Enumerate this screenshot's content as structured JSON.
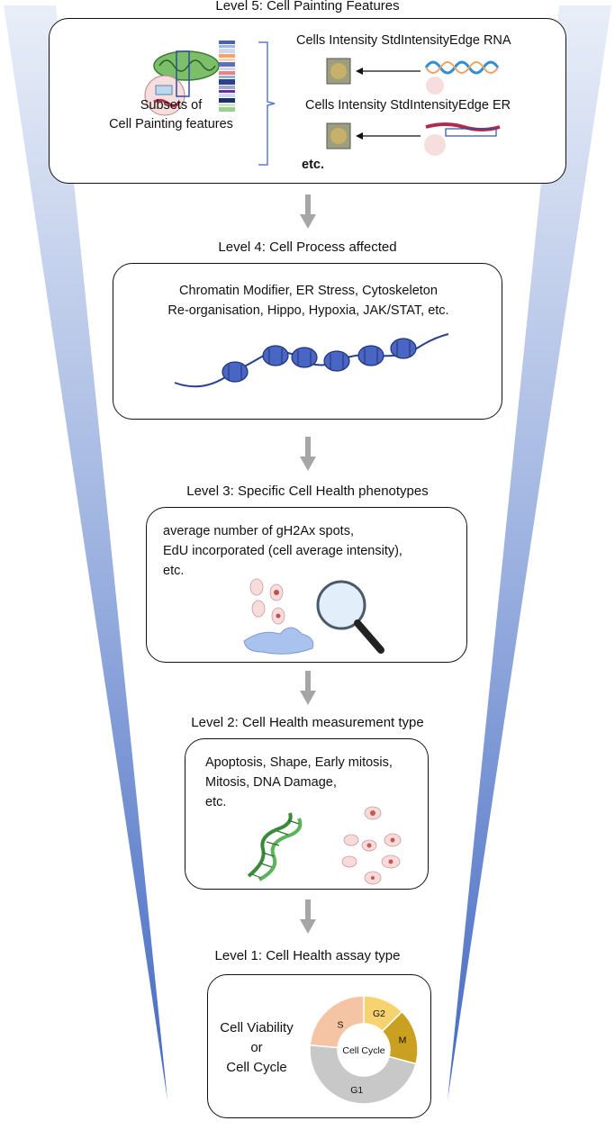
{
  "level5": {
    "title": "Level 5: Cell Painting Features",
    "subset_label_1": "Subsets of",
    "subset_label_2": "Cell Painting features",
    "feature_1": "Cells Intensity StdIntensityEdge RNA",
    "feature_2": "Cells Intensity StdIntensityEdge ER",
    "etc": "etc."
  },
  "level4": {
    "title": "Level 4: Cell Process affected",
    "line_1": "Chromatin Modifier, ER Stress, Cytoskeleton",
    "line_2": "Re-organisation, Hippo, Hypoxia, JAK/STAT, etc."
  },
  "level3": {
    "title": "Level 3: Specific Cell Health phenotypes",
    "line_1": "average number of gH2Ax spots,",
    "line_2": "EdU incorporated (cell average intensity),",
    "line_3": "etc."
  },
  "level2": {
    "title": "Level 2: Cell Health measurement type",
    "line_1": "Apoptosis, Shape, Early mitosis,",
    "line_2": "Mitosis, DNA Damage,",
    "line_3": "etc."
  },
  "level1": {
    "title": "Level 1: Cell Health assay type",
    "viability": "Cell Viability",
    "or": "or",
    "cycle": "Cell Cycle",
    "donut": {
      "center_label": "Cell Cycle",
      "segments": [
        {
          "label": "G2",
          "color": "#f6d36e"
        },
        {
          "label": "M",
          "color": "#c9a020"
        },
        {
          "label": "G1",
          "color": "#c8c8c8"
        },
        {
          "label": "S",
          "color": "#f4c4a4"
        }
      ]
    }
  },
  "colors": {
    "wedge_light": "#dde6f5",
    "wedge_dark": "#4e73c6",
    "arrow": "#a6a6a6"
  }
}
